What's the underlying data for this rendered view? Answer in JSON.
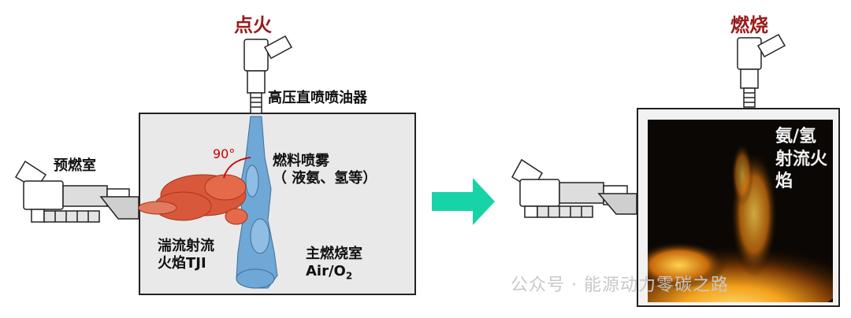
{
  "labels": {
    "ignition": "点火",
    "combustion": "燃烧",
    "injector": "高压直喷喷油器",
    "prechamber": "预燃室",
    "angle": "90°",
    "fuel_spray_line1": "燃料喷雾",
    "fuel_spray_line2": "（ 液氨、氢等）",
    "tji_line1": "湍流射流",
    "tji_line2": "火焰TJI",
    "main_chamber_line1": "主燃烧室",
    "main_chamber_air": "Air/O",
    "main_chamber_sub": "2",
    "jet_flame_line1": "氨/氢",
    "jet_flame_line2": "射流火",
    "jet_flame_line3": "焰",
    "watermark": "公众号 · 能源动力零碳之路"
  },
  "colors": {
    "title": "#9b1b1b",
    "arrow": "#19d3a8",
    "spray": "#6fa8d6",
    "jet_flame": "#d9573a",
    "angle_arc": "#cc0000"
  }
}
